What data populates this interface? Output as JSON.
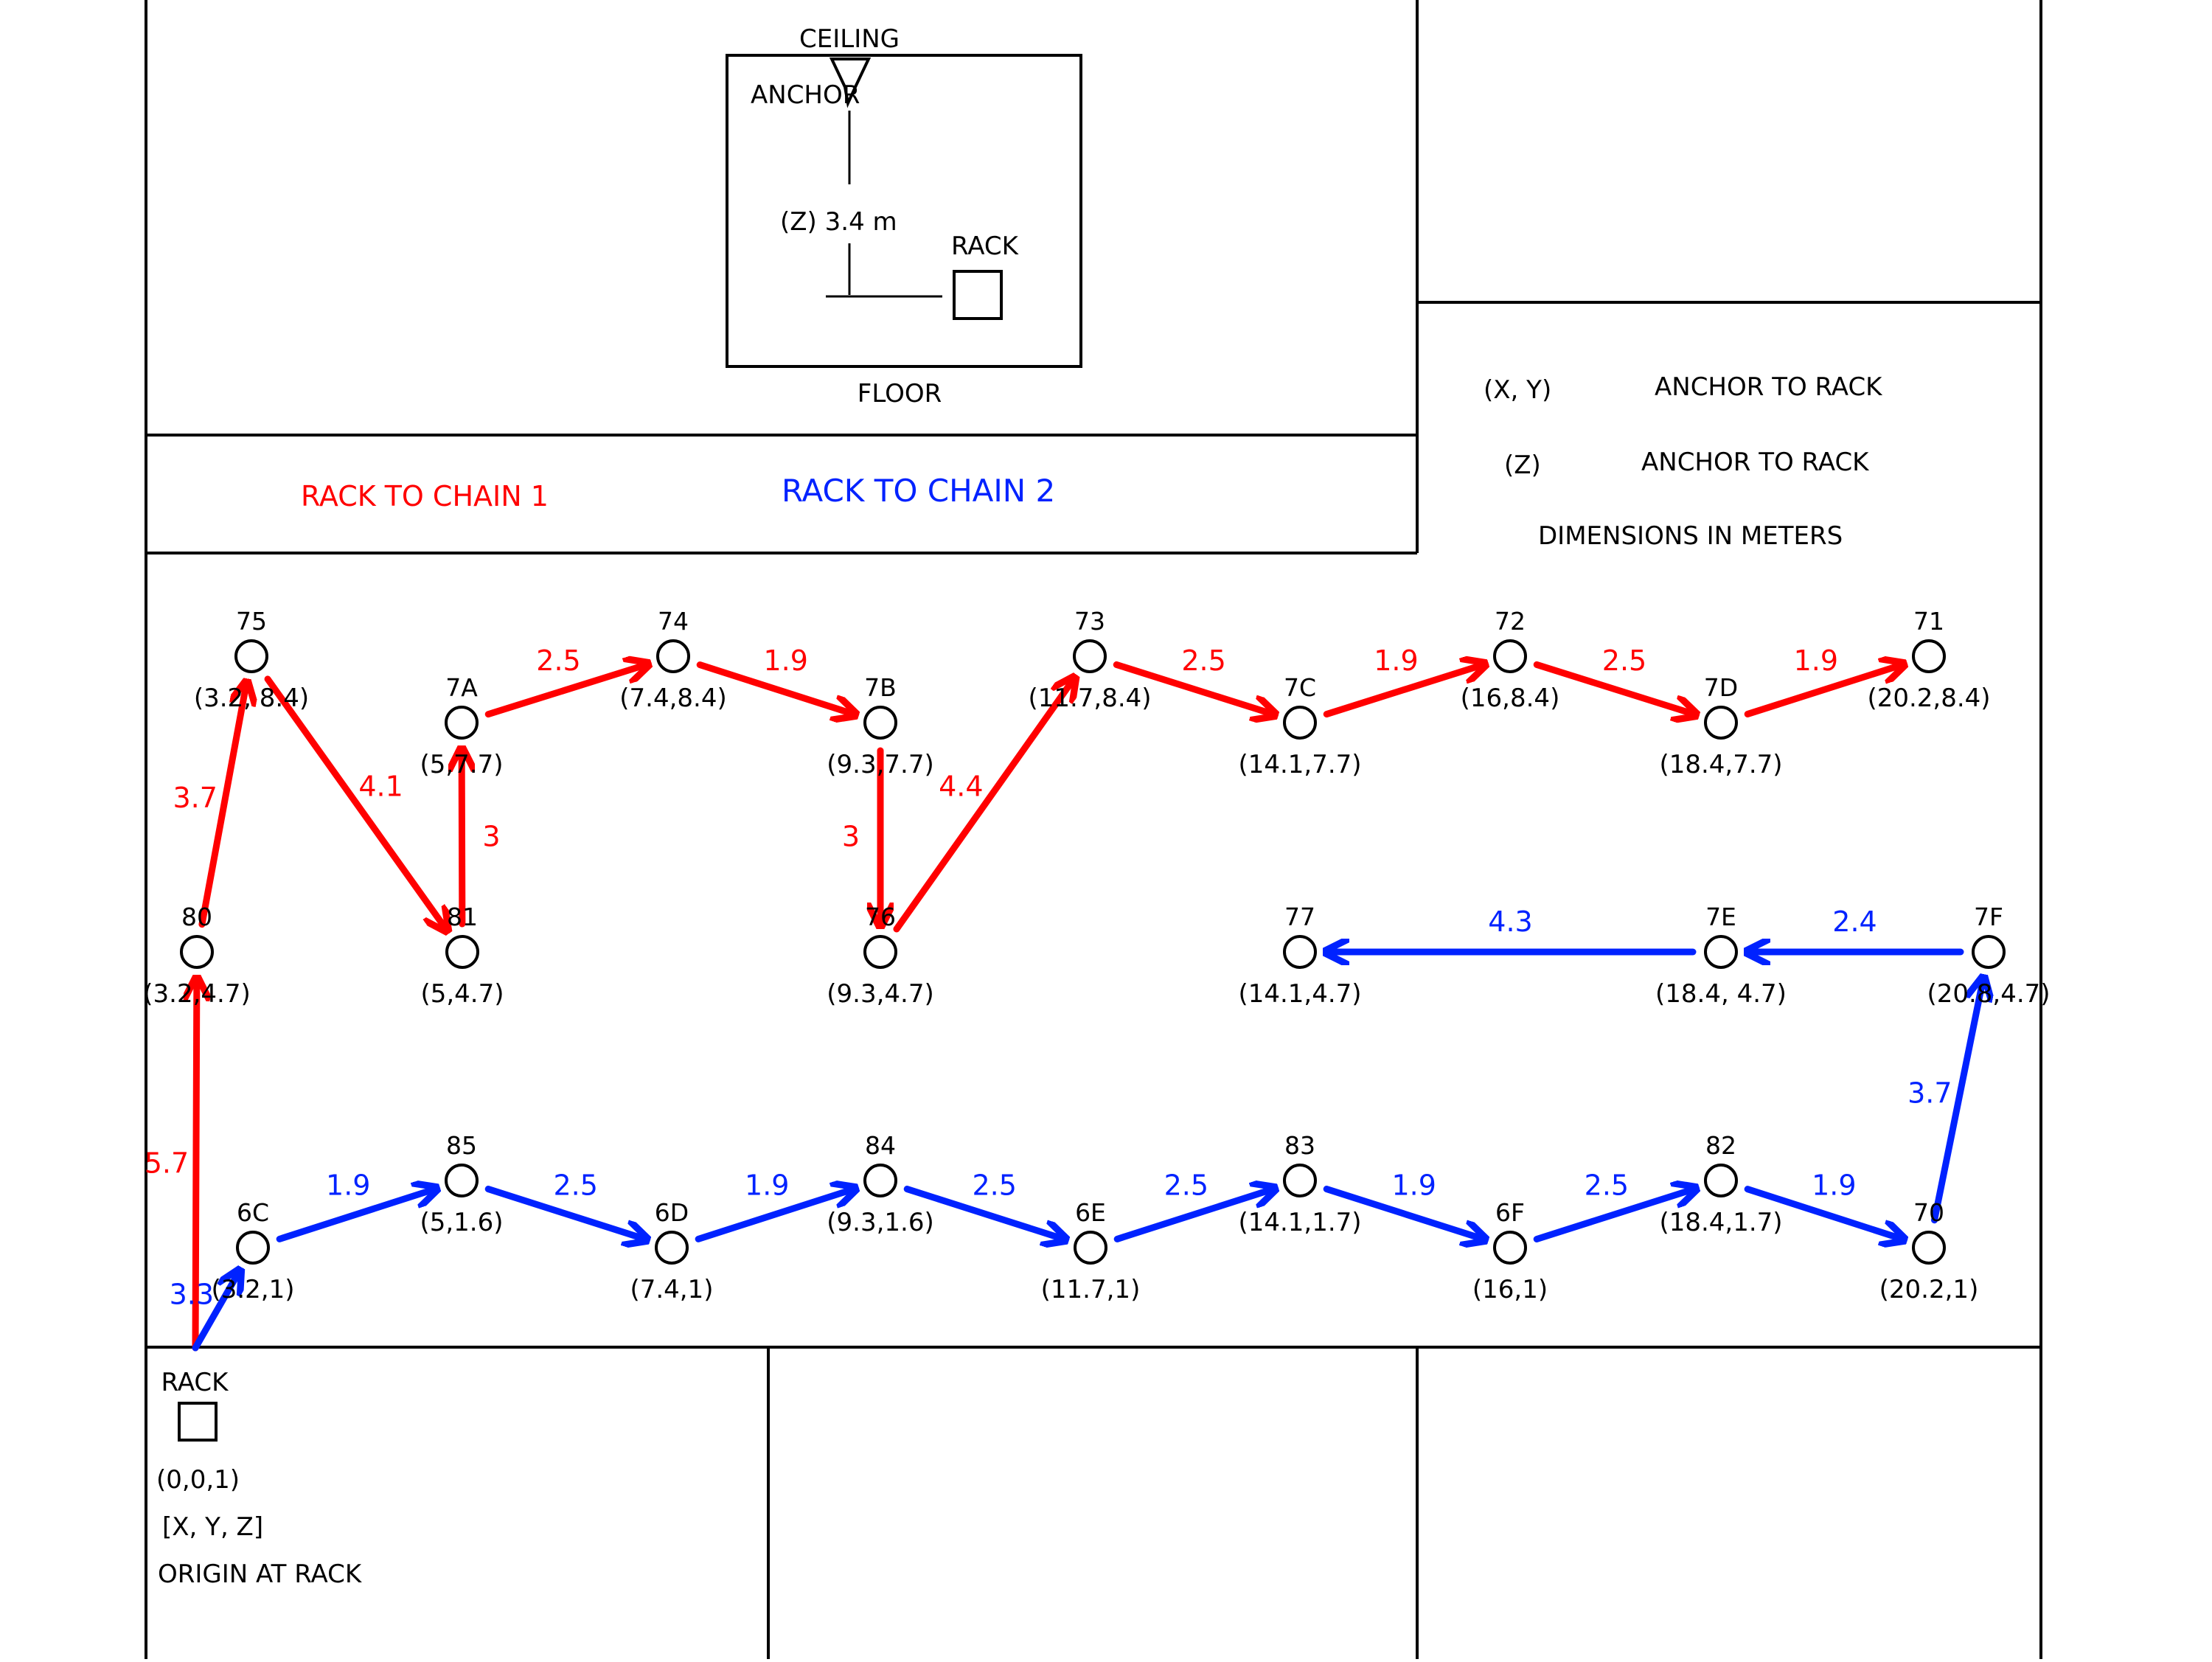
{
  "colors": {
    "chain1": "#ff0000",
    "chain2": "#0022ff",
    "ink": "#000000"
  },
  "elevation_inset": {
    "ceiling_label": "CEILING",
    "anchor_label": "ANCHOR",
    "height_label": "(Z) 3.4 m",
    "rack_label": "RACK",
    "floor_label": "FLOOR"
  },
  "legend": {
    "chain1_label": "RACK TO CHAIN 1",
    "chain2_label": "RACK TO CHAIN 2",
    "xy_symbol": "(X, Y)",
    "xy_text": "ANCHOR TO RACK",
    "z_symbol": "(Z)",
    "z_text": "ANCHOR TO RACK",
    "units_note": "DIMENSIONS IN METERS"
  },
  "rack": {
    "label": "RACK",
    "coord": "(0,0,1)",
    "axes": "[X, Y, Z]",
    "origin_note": "ORIGIN AT RACK"
  },
  "nodes": [
    {
      "id": "75",
      "coord": "(3.2, 8.4)"
    },
    {
      "id": "7A",
      "coord": "(5,7.7)"
    },
    {
      "id": "74",
      "coord": "(7.4,8.4)"
    },
    {
      "id": "7B",
      "coord": "(9.3,7.7)"
    },
    {
      "id": "73",
      "coord": "(11.7,8.4)"
    },
    {
      "id": "7C",
      "coord": "(14.1,7.7)"
    },
    {
      "id": "72",
      "coord": "(16,8.4)"
    },
    {
      "id": "7D",
      "coord": "(18.4,7.7)"
    },
    {
      "id": "71",
      "coord": "(20.2,8.4)"
    },
    {
      "id": "80",
      "coord": "(3.2,4.7)"
    },
    {
      "id": "81",
      "coord": "(5,4.7)"
    },
    {
      "id": "76",
      "coord": "(9.3,4.7)"
    },
    {
      "id": "77",
      "coord": "(14.1,4.7)"
    },
    {
      "id": "7E",
      "coord": "(18.4, 4.7)"
    },
    {
      "id": "7F",
      "coord": "(20.8,4.7)"
    },
    {
      "id": "6C",
      "coord": "(3.2,1)"
    },
    {
      "id": "85",
      "coord": "(5,1.6)"
    },
    {
      "id": "6D",
      "coord": "(7.4,1)"
    },
    {
      "id": "84",
      "coord": "(9.3,1.6)"
    },
    {
      "id": "6E",
      "coord": "(11.7,1)"
    },
    {
      "id": "83",
      "coord": "(14.1,1.7)"
    },
    {
      "id": "6F",
      "coord": "(16,1)"
    },
    {
      "id": "82",
      "coord": "(18.4,1.7)"
    },
    {
      "id": "70",
      "coord": "(20.2,1)"
    }
  ],
  "chain1_edges": [
    {
      "from": "RACK",
      "to": "80",
      "length": "5.7"
    },
    {
      "from": "80",
      "to": "75",
      "length": "3.7"
    },
    {
      "from": "75",
      "to": "81",
      "length": "4.1"
    },
    {
      "from": "81",
      "to": "7A",
      "length": "3"
    },
    {
      "from": "7A",
      "to": "74",
      "length": "2.5"
    },
    {
      "from": "74",
      "to": "7B",
      "length": "1.9"
    },
    {
      "from": "7B",
      "to": "76",
      "length": "3"
    },
    {
      "from": "76",
      "to": "73",
      "length": "4.4"
    },
    {
      "from": "73",
      "to": "7C",
      "length": "2.5"
    },
    {
      "from": "7C",
      "to": "72",
      "length": "1.9"
    },
    {
      "from": "72",
      "to": "7D",
      "length": "2.5"
    },
    {
      "from": "7D",
      "to": "71",
      "length": "1.9"
    }
  ],
  "chain2_edges": [
    {
      "from": "RACK",
      "to": "6C",
      "length": "3.3"
    },
    {
      "from": "6C",
      "to": "85",
      "length": "1.9"
    },
    {
      "from": "85",
      "to": "6D",
      "length": "2.5"
    },
    {
      "from": "6D",
      "to": "84",
      "length": "1.9"
    },
    {
      "from": "84",
      "to": "6E",
      "length": "2.5"
    },
    {
      "from": "6E",
      "to": "83",
      "length": "2.5"
    },
    {
      "from": "83",
      "to": "6F",
      "length": "1.9"
    },
    {
      "from": "6F",
      "to": "82",
      "length": "2.5"
    },
    {
      "from": "82",
      "to": "70",
      "length": "1.9"
    },
    {
      "from": "70",
      "to": "7F",
      "length": "3.7"
    },
    {
      "from": "7F",
      "to": "7E",
      "length": "2.4"
    },
    {
      "from": "7E",
      "to": "77",
      "length": "4.3"
    }
  ]
}
